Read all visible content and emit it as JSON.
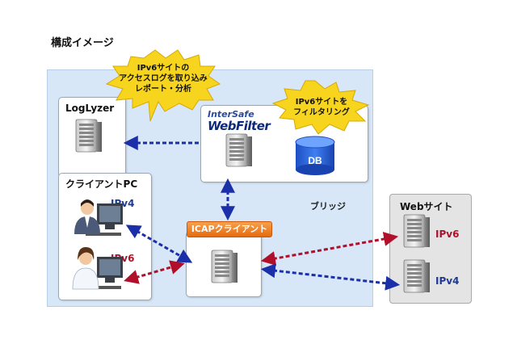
{
  "title": "構成イメージ",
  "logLyzer": {
    "label": "LogLyzer"
  },
  "clientPC": {
    "label": "クライアントPC",
    "ipv4": "IPv4",
    "ipv6": "IPv6"
  },
  "interSafe": {
    "logo_line1": "InterSafe",
    "logo_line2": "WebFilter",
    "db_label": "DB"
  },
  "icap": {
    "label": "ICAPクライアント"
  },
  "bridge": {
    "label": "ブリッジ"
  },
  "website": {
    "label": "Webサイト",
    "ipv6": "IPv6",
    "ipv4": "IPv4"
  },
  "callouts": {
    "log": [
      "IPv6サイトの",
      "アクセスログを取り込み",
      "レポート・分析"
    ],
    "filter": [
      "IPv6サイトを",
      "フィルタリング"
    ]
  },
  "colors": {
    "ipv4": "#1b2fa8",
    "ipv6": "#b0102a",
    "burst": "#f7d51e"
  }
}
